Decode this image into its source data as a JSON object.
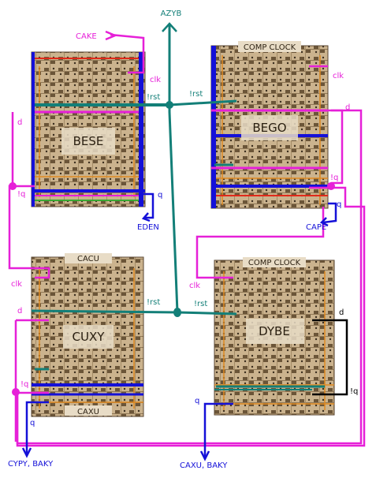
{
  "colors": {
    "magenta": "#e620d8",
    "teal": "#137f78",
    "blue": "#1410d8",
    "black": "#000000",
    "chip_bg": "#c9b08a",
    "chip_dark": "#5a4630"
  },
  "signals": {
    "azyb": "AZYB",
    "cake": "CAKE",
    "eden": "EDEN",
    "cape": "CAPE",
    "cypy_baky": "CYPY, BAKY",
    "caxu_baky": "CAXU, BAKY"
  },
  "chips": {
    "bese": {
      "name": "BESE",
      "top_text": "",
      "bottom_text": ""
    },
    "bego": {
      "name": "BEGO",
      "top_text": "COMP CLOCK",
      "bottom_text": ""
    },
    "cuxy": {
      "name": "CUXY",
      "top_text": "CACU",
      "bottom_text": "CAXU"
    },
    "dybe": {
      "name": "DYBE",
      "top_text": "COMP CLOCK",
      "bottom_text": ""
    }
  },
  "pins": {
    "clk": "clk",
    "rst": "!rst",
    "d": "d",
    "nq": "!q",
    "q": "q"
  }
}
